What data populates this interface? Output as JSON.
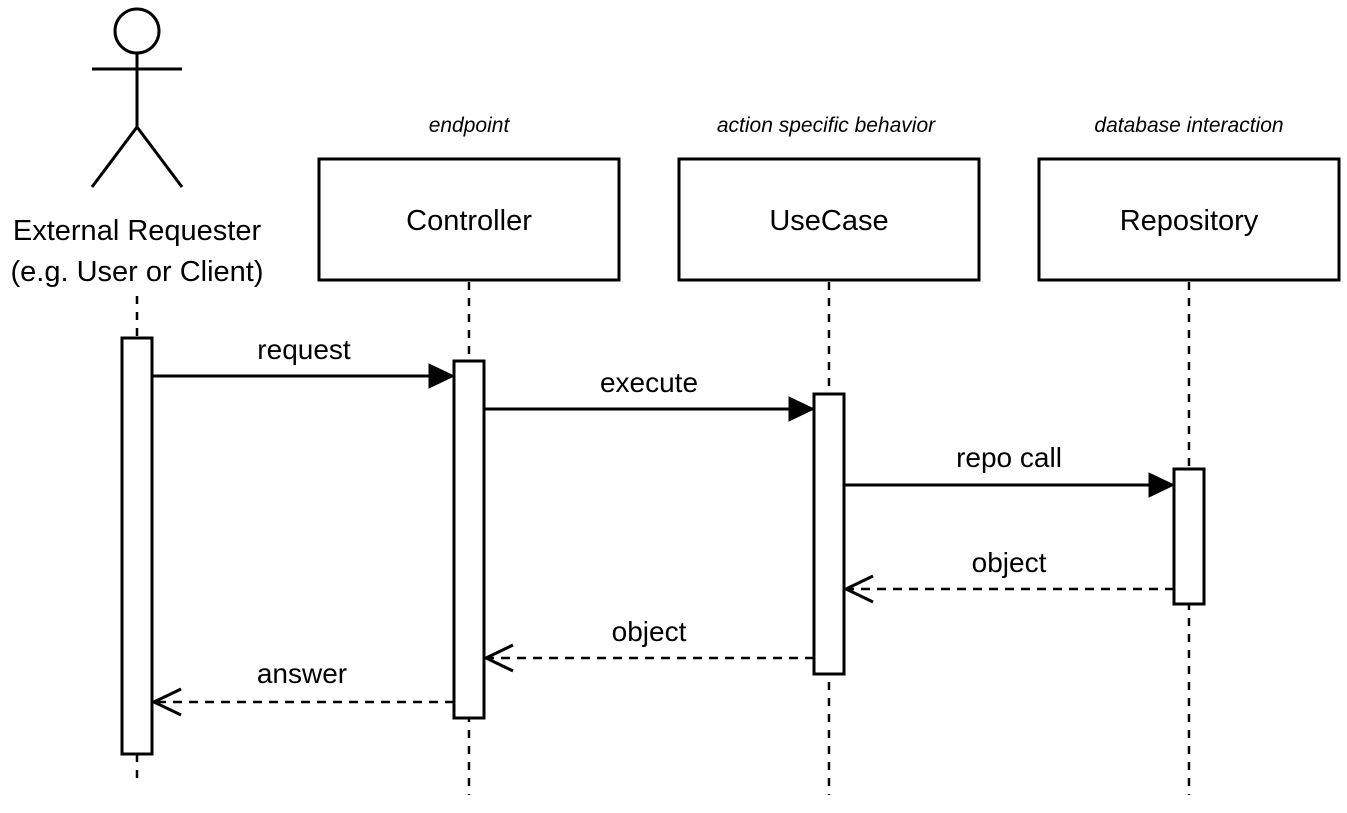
{
  "actor": {
    "line1": "External Requester",
    "line2": "(e.g. User or Client)"
  },
  "participants": [
    {
      "name": "Controller",
      "stereotype": "endpoint"
    },
    {
      "name": "UseCase",
      "stereotype": "action specific behavior"
    },
    {
      "name": "Repository",
      "stereotype": "database interaction"
    }
  ],
  "messages": [
    {
      "label": "request",
      "kind": "sync"
    },
    {
      "label": "execute",
      "kind": "sync"
    },
    {
      "label": "repo call",
      "kind": "sync"
    },
    {
      "label": "object",
      "kind": "return"
    },
    {
      "label": "object",
      "kind": "return"
    },
    {
      "label": "answer",
      "kind": "return"
    }
  ]
}
